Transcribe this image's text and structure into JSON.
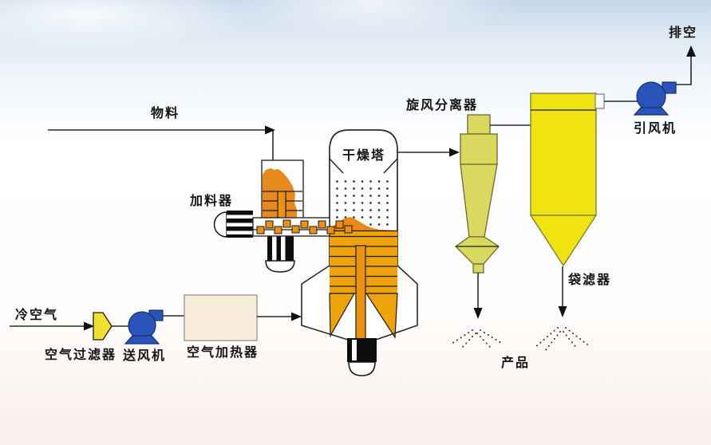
{
  "diagram": {
    "type": "process-flow",
    "subject": "spray-drying-system",
    "components": {
      "material_feed": {
        "label": "物料"
      },
      "feeder": {
        "label": "加料器"
      },
      "drying_tower": {
        "label": "干燥塔"
      },
      "cyclone_separator": {
        "label": "旋风分离器"
      },
      "exhaust": {
        "label": "排空"
      },
      "induced_draft_fan": {
        "label": "引风机"
      },
      "bag_filter": {
        "label": "袋滤器"
      },
      "product": {
        "label": "产品"
      },
      "cold_air": {
        "label": "冷空气"
      },
      "air_filter": {
        "label": "空气过滤器"
      },
      "supply_fan": {
        "label": "送风机"
      },
      "air_heater": {
        "label": "空气加热器"
      }
    },
    "connections": [
      {
        "from": "物料",
        "to": "加料器"
      },
      {
        "from": "加料器",
        "to": "干燥塔"
      },
      {
        "from": "冷空气",
        "to": "空气过滤器"
      },
      {
        "from": "空气过滤器",
        "to": "送风机"
      },
      {
        "from": "送风机",
        "to": "空气加热器"
      },
      {
        "from": "空气加热器",
        "to": "干燥塔"
      },
      {
        "from": "干燥塔",
        "to": "旋风分离器"
      },
      {
        "from": "旋风分离器",
        "to": "袋滤器"
      },
      {
        "from": "旋风分离器",
        "to": "产品"
      },
      {
        "from": "袋滤器",
        "to": "引风机"
      },
      {
        "from": "袋滤器",
        "to": "产品"
      },
      {
        "from": "引风机",
        "to": "排空"
      }
    ],
    "colors": {
      "material_orange": "#e8891c",
      "tower_gold": "#efa30b",
      "shaft_orange": "#e8920e",
      "cyclone_yellow_green": "#d8d95e",
      "bag_filter_yellow": "#f0e312",
      "air_filter_yellow": "#efe032",
      "heater_beige": "#f8ecda",
      "fan_blue": "#2b54ba",
      "motor_black": "#0d0d0d",
      "line_dark": "#2a2a2a",
      "sky_blue": "#c6d7e9"
    }
  }
}
